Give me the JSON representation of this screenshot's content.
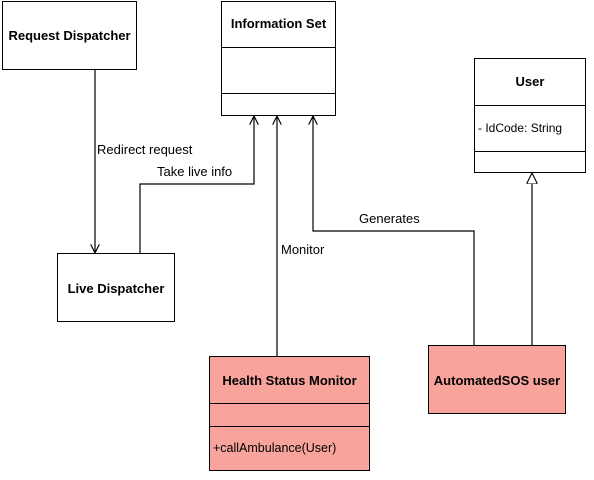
{
  "classes": {
    "request_dispatcher": {
      "name": "Request Dispatcher"
    },
    "information_set": {
      "name": "Information Set"
    },
    "user": {
      "name": "User",
      "attribute": "- IdCode: String"
    },
    "live_dispatcher": {
      "name": "Live Dispatcher"
    },
    "health_status_monitor": {
      "name": "Health Status Monitor",
      "method": "+callAmbulance(User)"
    },
    "automated_sos_user": {
      "name": "AutomatedSOS user"
    }
  },
  "relations": {
    "redirect_request": "Redirect request",
    "take_live_info": "Take live info",
    "monitor": "Monitor",
    "generates": "Generates"
  },
  "colors": {
    "highlight": "#f8a49c",
    "line": "#000000"
  }
}
